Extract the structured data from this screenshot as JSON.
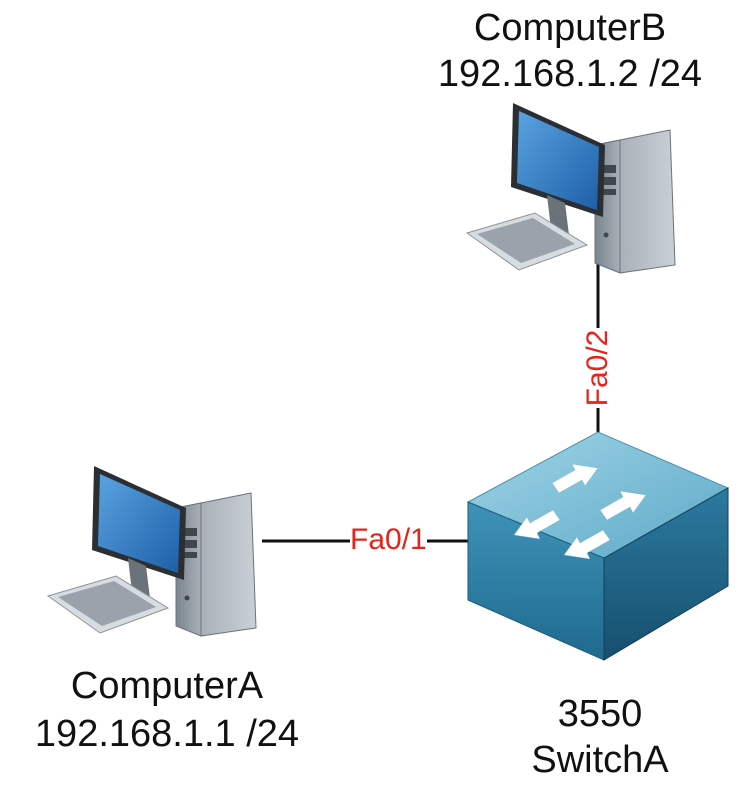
{
  "nodes": {
    "computer_a": {
      "name": "ComputerA",
      "ip": "192.168.1.1 /24"
    },
    "computer_b": {
      "name": "ComputerB",
      "ip": "192.168.1.2 /24"
    },
    "switch_a": {
      "model": "3550",
      "name": "SwitchA"
    }
  },
  "links": {
    "a_to_switch": {
      "port": "Fa0/1"
    },
    "b_to_switch": {
      "port": "Fa0/2"
    }
  },
  "colors": {
    "port_label": "#e8231c",
    "link": "#111111",
    "switch_top": "#6fb6d1",
    "switch_front": "#2f7fa3",
    "switch_side": "#246a8a"
  },
  "icons": [
    "computer-icon",
    "switch-icon"
  ]
}
